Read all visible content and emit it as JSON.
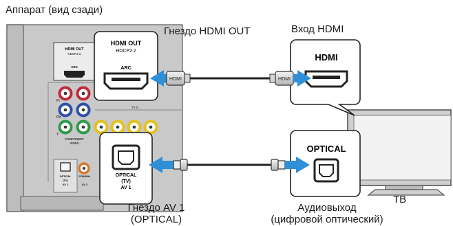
{
  "labels": {
    "unit_rear": "Аппарат (вид сзади)",
    "hdmi_out_jack": "Гнездо HDMI OUT",
    "hdmi_input": "Вход HDMI",
    "av1_jack_line1": "Гнездо AV 1",
    "av1_jack_line2": "(OPTICAL)",
    "audio_out_line1": "Аудиовыход",
    "audio_out_line2": "(цифровой оптический)",
    "tv": "ТВ"
  },
  "receiver_panel": {
    "hdmi_out_small_line1": "HDMI OUT",
    "hdmi_out_small_line2": "HDCP2.2",
    "arc_small": "ARC",
    "component_label_line1": "COMPONENT",
    "component_label_line2": "VIDEO",
    "optical_small_line1": "OPTICAL",
    "optical_small_line2": "(TV)",
    "optical_small_line3": "AV 1",
    "coaxial_small": "COAXIAL",
    "av2_small": "AV 2",
    "pb_small": "Pb",
    "pr_small": "Pr",
    "y_small": "Y",
    "tv_small": "TV O"
  },
  "hdmi_zoom_receiver": {
    "title": "HDMI OUT",
    "subtitle": "HDCP2.2",
    "arc": "ARC"
  },
  "hdmi_zoom_tv": {
    "title": "HDMI"
  },
  "optical_zoom_receiver": {
    "line1": "OPTICAL",
    "line2": "(TV)",
    "line3": "AV 1"
  },
  "optical_zoom_tv": {
    "title": "OPTICAL"
  },
  "hdmi_cable": {
    "left_plug": "HDMI",
    "right_plug": "HDMI"
  },
  "colors": {
    "arrow_blue": "#2f8fd8",
    "panel_gray": "#c9c9c9",
    "jack_red": "#c0283a",
    "jack_blue": "#2f4fa8",
    "jack_green": "#2e9a4a",
    "jack_yellow": "#e3c21c"
  }
}
